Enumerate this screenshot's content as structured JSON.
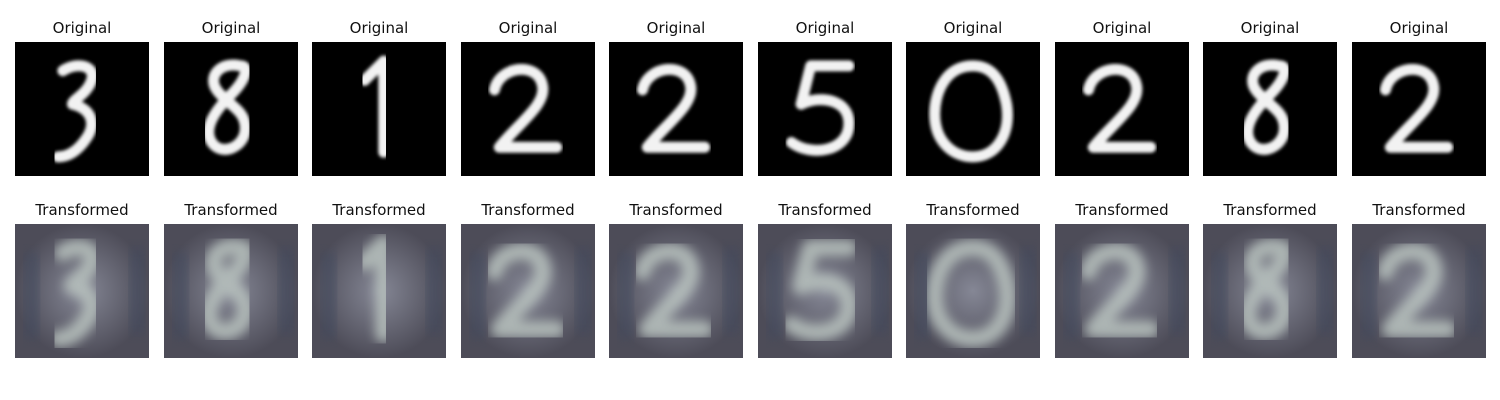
{
  "rows": [
    {
      "title": "Original",
      "description": "MNIST-style handwritten digits, white strokes on black",
      "images": [
        {
          "digit": "3"
        },
        {
          "digit": "8"
        },
        {
          "digit": "1"
        },
        {
          "digit": "2"
        },
        {
          "digit": "2"
        },
        {
          "digit": "5"
        },
        {
          "digit": "0"
        },
        {
          "digit": "2"
        },
        {
          "digit": "8"
        },
        {
          "digit": "2"
        }
      ]
    },
    {
      "title": "Transformed",
      "description": "Blurry SVHN-style house-number crops with grayish-blue background",
      "images": [
        {
          "digit": "3"
        },
        {
          "digit": "8"
        },
        {
          "digit": "1"
        },
        {
          "digit": "2"
        },
        {
          "digit": "2"
        },
        {
          "digit": "5"
        },
        {
          "digit": "0"
        },
        {
          "digit": "2"
        },
        {
          "digit": "8"
        },
        {
          "digit": "2"
        }
      ]
    }
  ],
  "colors": {
    "original_bg": "#000000",
    "original_stroke": "#f2f2f2",
    "transformed_bg": "#6b6a78",
    "transformed_stroke": "#b9c3bf"
  }
}
